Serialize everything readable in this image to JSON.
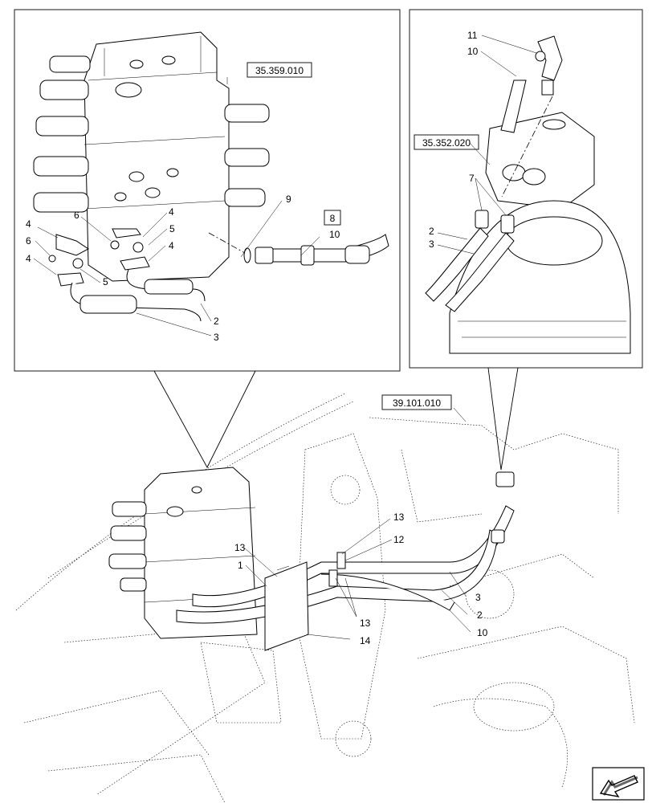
{
  "diagram": {
    "reference_boxes": [
      "35.359.010",
      "8",
      "35.352.020",
      "39.101.010"
    ],
    "callouts_left_inset": [
      "9",
      "10",
      "4",
      "6",
      "4",
      "6",
      "4",
      "5",
      "5",
      "4",
      "2",
      "3"
    ],
    "callouts_right_inset": [
      "11",
      "10",
      "7",
      "2",
      "3"
    ],
    "callouts_main": [
      "13",
      "12",
      "13",
      "1",
      "3",
      "2",
      "13",
      "14",
      "10"
    ],
    "nav_icon": "next-page-arrow-icon"
  }
}
